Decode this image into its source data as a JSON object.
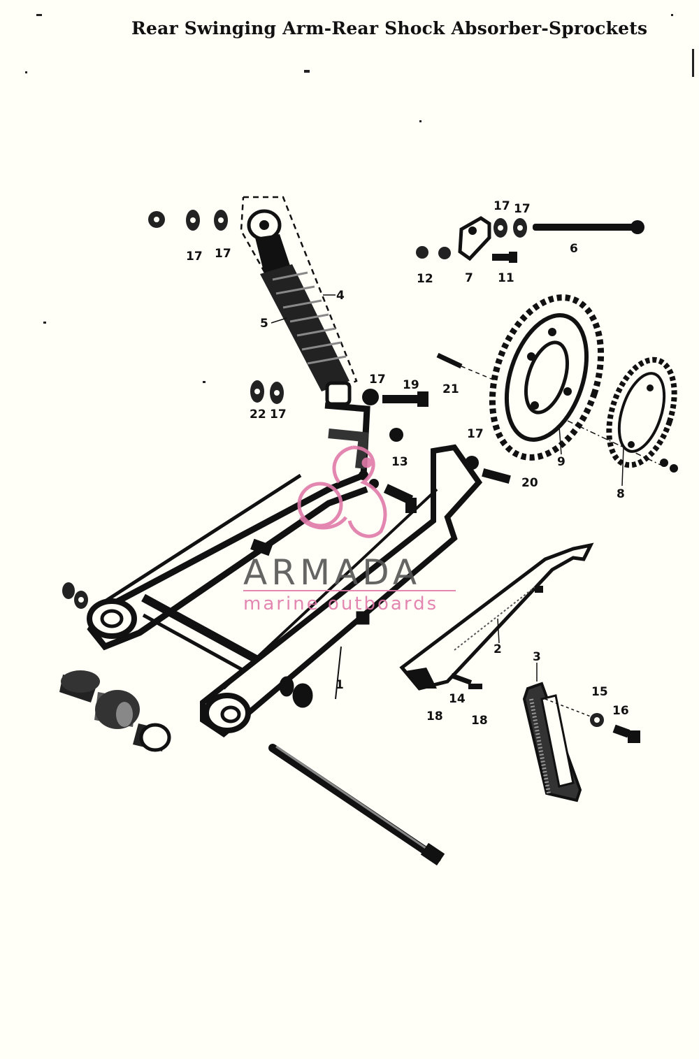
{
  "title": "Rear Swinging Arm-Rear Shock Absorber-Sprockets",
  "part_labels": [
    "17",
    "17",
    "17",
    "17",
    "12",
    "7",
    "11",
    "6",
    "4",
    "5",
    "17",
    "19",
    "21",
    "22",
    "17",
    "13",
    "17",
    "20",
    "9",
    "8",
    "2",
    "3",
    "15",
    "16",
    "14",
    "18",
    "18",
    "1"
  ],
  "watermark": {
    "name": "ARMADA",
    "subtitle": "marine outboards",
    "accent_color": "#e07aa9",
    "name_color": "#555555"
  }
}
